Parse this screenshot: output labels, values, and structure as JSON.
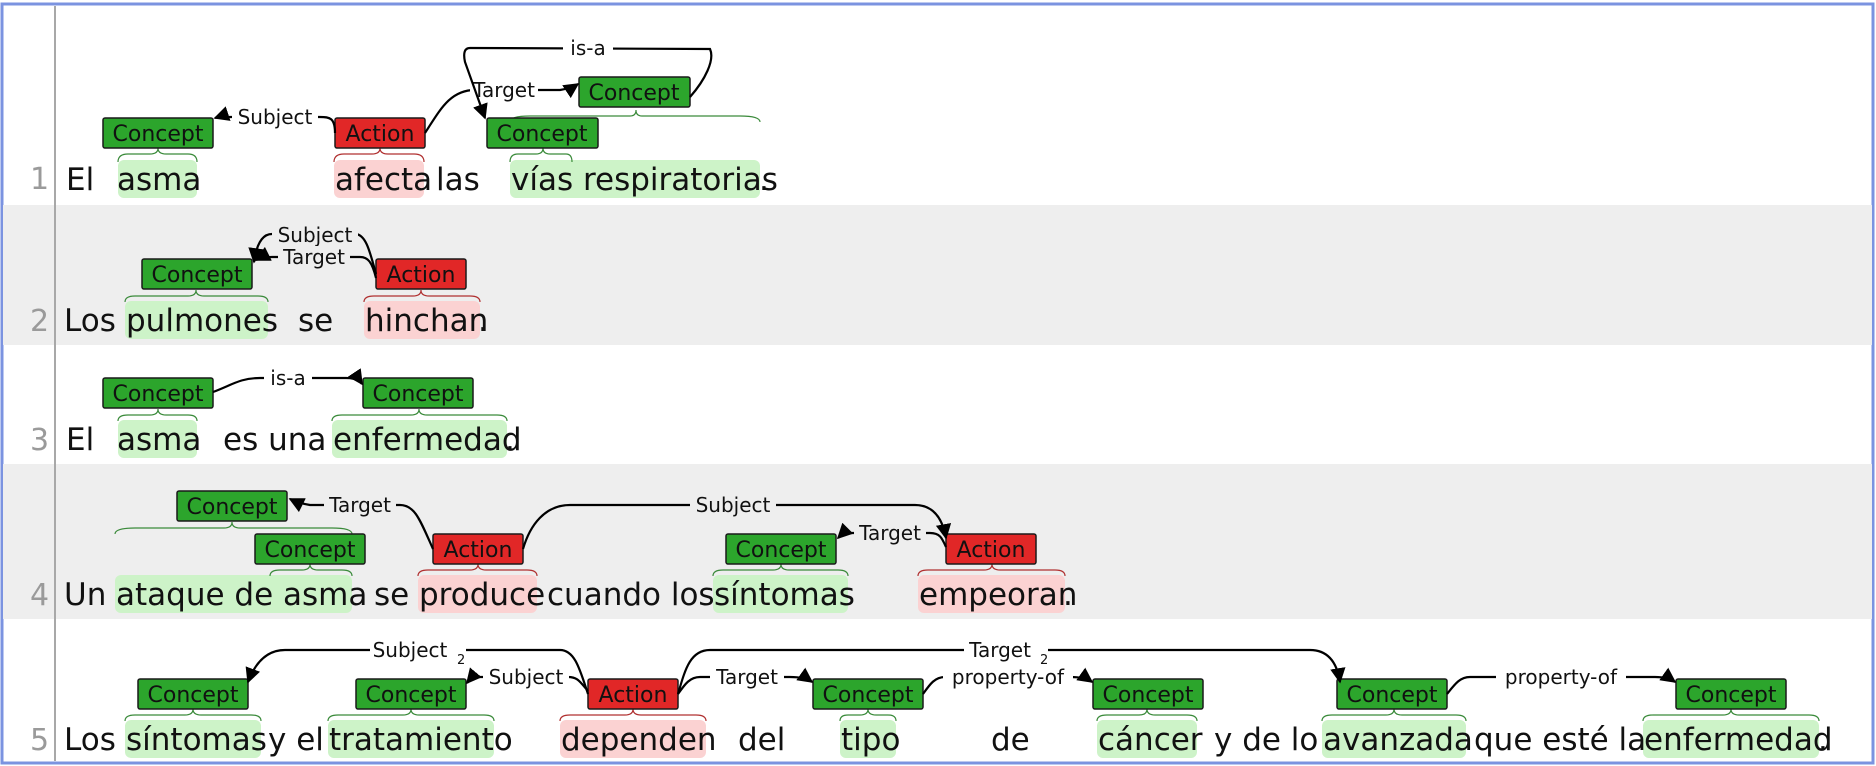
{
  "colors": {
    "concept": "#2ca52c",
    "action": "#e12727",
    "concept_highlight": "#cdf3c8",
    "action_highlight": "#fbd2d2"
  },
  "labels": {
    "concept": "Concept",
    "action": "Action"
  },
  "rows": [
    {
      "number": "1",
      "tokens": [
        "El",
        "asma",
        "afecta",
        "las",
        "vías respiratorias",
        "."
      ],
      "entities": [
        {
          "type": "concept",
          "token": "asma"
        },
        {
          "type": "action",
          "token": "afecta"
        },
        {
          "type": "concept",
          "token": "vías"
        },
        {
          "type": "concept",
          "token": "vías respiratorias"
        }
      ],
      "relations": [
        {
          "label": "Subject",
          "from": "afecta",
          "to": "asma"
        },
        {
          "label": "Target",
          "from": "afecta",
          "to": "vías respiratorias"
        },
        {
          "label": "is-a",
          "from": "vías respiratorias",
          "to": "vías"
        }
      ]
    },
    {
      "number": "2",
      "tokens": [
        "Los",
        "pulmones",
        "se",
        "hinchan",
        "."
      ],
      "entities": [
        {
          "type": "concept",
          "token": "pulmones"
        },
        {
          "type": "action",
          "token": "hinchan"
        }
      ],
      "relations": [
        {
          "label": "Subject",
          "from": "hinchan",
          "to": "pulmones"
        },
        {
          "label": "Target",
          "from": "hinchan",
          "to": "pulmones"
        }
      ]
    },
    {
      "number": "3",
      "tokens": [
        "El",
        "asma",
        "es una",
        "enfermedad",
        "."
      ],
      "entities": [
        {
          "type": "concept",
          "token": "asma"
        },
        {
          "type": "concept",
          "token": "enfermedad"
        }
      ],
      "relations": [
        {
          "label": "is-a",
          "from": "asma",
          "to": "enfermedad"
        }
      ]
    },
    {
      "number": "4",
      "tokens": [
        "Un",
        "ataque de asma",
        "se",
        "produce",
        "cuando los",
        "síntomas",
        "empeoran",
        "."
      ],
      "entities": [
        {
          "type": "concept",
          "token": "ataque de asma"
        },
        {
          "type": "concept",
          "token": "asma"
        },
        {
          "type": "action",
          "token": "produce"
        },
        {
          "type": "concept",
          "token": "síntomas"
        },
        {
          "type": "action",
          "token": "empeoran"
        }
      ],
      "relations": [
        {
          "label": "Target",
          "from": "produce",
          "to": "ataque de asma"
        },
        {
          "label": "Subject",
          "from": "produce",
          "to": "empeoran"
        },
        {
          "label": "Target",
          "from": "empeoran",
          "to": "síntomas"
        }
      ]
    },
    {
      "number": "5",
      "tokens": [
        "Los",
        "síntomas",
        "y el",
        "tratamiento",
        "dependen",
        "del",
        "tipo",
        "de",
        "cáncer",
        "y de lo",
        "avanzada",
        "que esté la",
        "enfermedad",
        "."
      ],
      "entities": [
        {
          "type": "concept",
          "token": "síntomas"
        },
        {
          "type": "concept",
          "token": "tratamiento"
        },
        {
          "type": "action",
          "token": "dependen"
        },
        {
          "type": "concept",
          "token": "tipo"
        },
        {
          "type": "concept",
          "token": "cáncer"
        },
        {
          "type": "concept",
          "token": "avanzada"
        },
        {
          "type": "concept",
          "token": "enfermedad"
        }
      ],
      "relations": [
        {
          "label": "Subject",
          "subscript": "2",
          "from": "dependen",
          "to": "síntomas"
        },
        {
          "label": "Subject",
          "from": "dependen",
          "to": "tratamiento"
        },
        {
          "label": "Target",
          "from": "dependen",
          "to": "tipo"
        },
        {
          "label": "Target",
          "subscript": "2",
          "from": "dependen",
          "to": "avanzada"
        },
        {
          "label": "property-of",
          "from": "tipo",
          "to": "cáncer"
        },
        {
          "label": "property-of",
          "from": "avanzada",
          "to": "enfermedad"
        }
      ]
    }
  ]
}
